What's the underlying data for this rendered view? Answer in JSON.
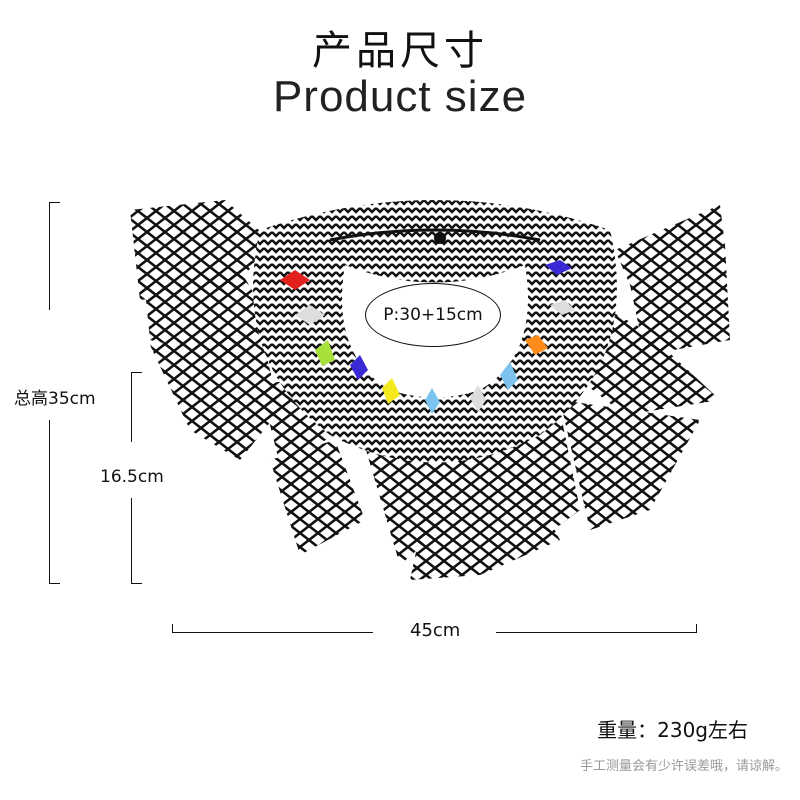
{
  "header": {
    "title_cn": "产品尺寸",
    "title_en": "Product size"
  },
  "product": {
    "name": "beaded-collar-necklace",
    "colors": [
      "#f7e81c",
      "#8cc8f0",
      "#3a2ad6",
      "#e3201b",
      "#f5f5f5",
      "#ff8c1a",
      "#3cb54a",
      "#a8e03a",
      "#111111"
    ]
  },
  "dimensions": {
    "total_height": "总高35cm",
    "drop_length": "16.5cm",
    "width": "45cm",
    "perimeter": "P:30+15cm"
  },
  "footer": {
    "weight": "重量：230g左右",
    "note": "手工测量会有少许误差哦，请谅解。"
  }
}
